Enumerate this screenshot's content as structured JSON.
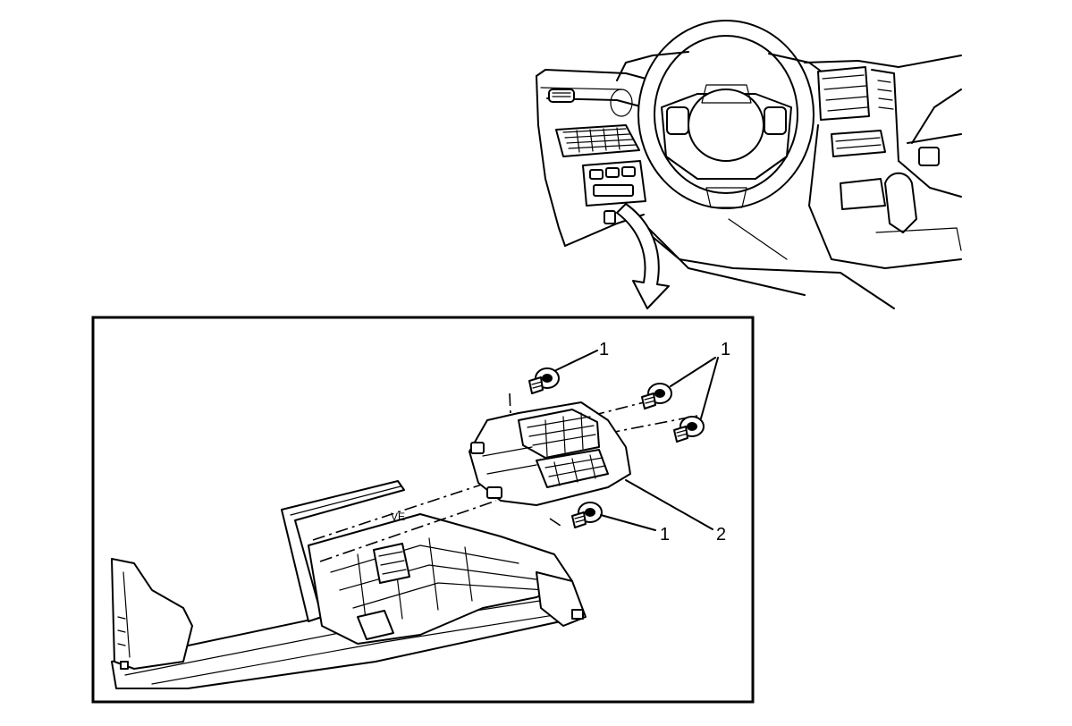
{
  "callouts": {
    "fastener_top_left": "1",
    "fastener_top_right": "1",
    "fastener_bottom": "1",
    "switch_assembly": "2"
  },
  "colors": {
    "line": "#000000",
    "background": "#ffffff"
  }
}
